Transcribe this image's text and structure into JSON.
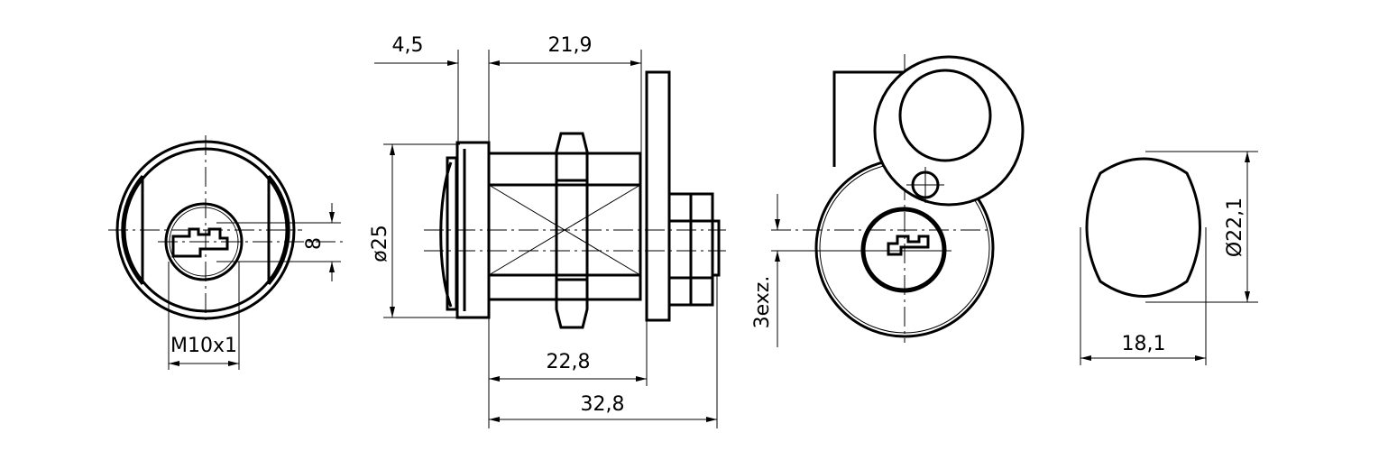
{
  "drawing": {
    "front_view": {
      "dim_keyway_height": "8",
      "dim_thread": "M10x1"
    },
    "side_view": {
      "dim_bezel": "4,5",
      "dim_body_length": "21,9",
      "dim_diameter": "ø25",
      "dim_to_cam": "22,8",
      "dim_total_length": "32,8"
    },
    "rear_view": {
      "dim_eccentric": "3exz."
    },
    "cutout_view": {
      "dim_height": "Ø22,1",
      "dim_width": "18,1"
    }
  }
}
